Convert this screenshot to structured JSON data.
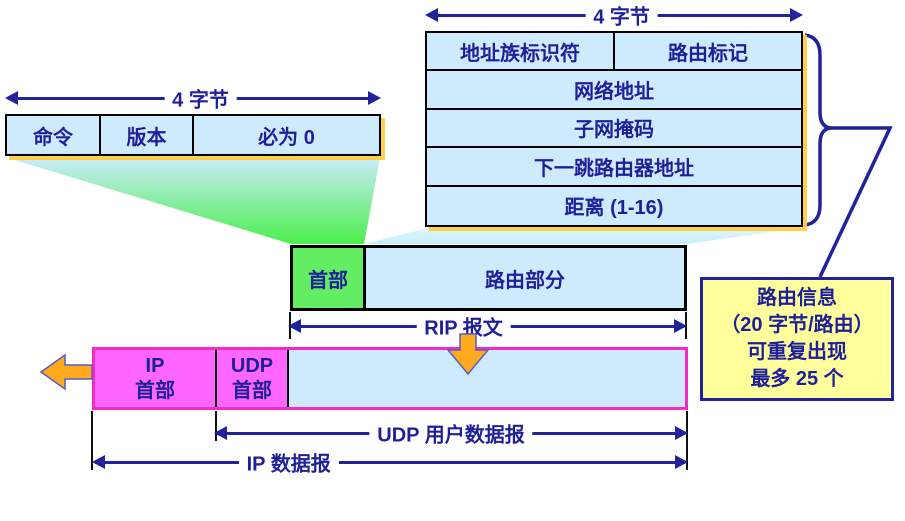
{
  "colors": {
    "navy": "#22229A",
    "light_blue": "#CDEBFC",
    "header_green": "#63ED63",
    "magenta": "#FF66FF",
    "bar_border_pink": "#F22BC8",
    "note_yellow": "#FFFF9C",
    "arrow_orange": "#FFAA1E"
  },
  "rip_header_fields": {
    "width_label": "4 字节",
    "cells": [
      "命令",
      "版本",
      "必为 0"
    ]
  },
  "route_entry_fields": {
    "width_label": "4 字节",
    "row1": [
      "地址族标识符",
      "路由标记"
    ],
    "rows": [
      "网络地址",
      "子网掩码",
      "下一跳路由器地址",
      "距离 (1-16)"
    ]
  },
  "rip_message": {
    "header": "首部",
    "body": "路由部分",
    "span_label": "RIP 报文"
  },
  "encapsulation": {
    "ip_header": [
      "IP",
      "首部"
    ],
    "udp_header": [
      "UDP",
      "首部"
    ],
    "udp_span_label": "UDP 用户数据报",
    "ip_span_label": "IP 数据报"
  },
  "note": {
    "lines": [
      "路由信息",
      "（20 字节/路由）",
      "可重复出现",
      "最多 25 个"
    ]
  }
}
